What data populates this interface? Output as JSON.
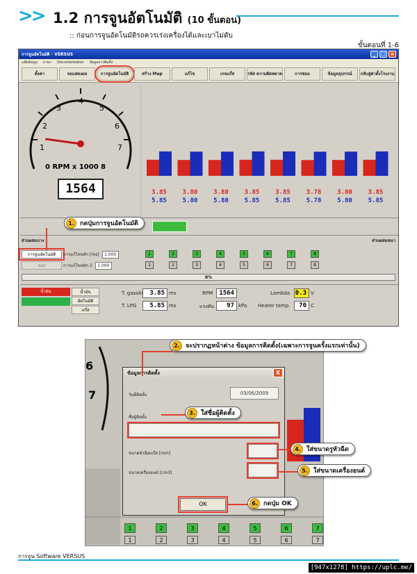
{
  "header": {
    "arrows": ">>",
    "title": "1.2 การจูนอัตโนมัติ",
    "title_suffix": "(10 ขั้นตอน)",
    "subtitle": ":: ก่อนการจูนอัตโนมัติรถควรเร่งเครื่องได้และเบาไม่ดับ",
    "step_label": "ขั้นตอนที่ 1-6"
  },
  "main_window": {
    "title": "การจูนอัตโนมัติ - VERSUS",
    "menu": [
      "แฟ้มข้อมูล",
      "ภาษา",
      "Documentation",
      "ข้อมูลการติดตั้ง"
    ],
    "toolbar": [
      "ตั้งค่า",
      "จอแสดงผล",
      "การจูนอัตโนมัติ",
      "สร้าง Map",
      "แก้ไข",
      "เกจแก๊ส",
      "รหัส ความผิดพลาด",
      "การซ่อม",
      "ข้อมูลอุปกรณ์",
      "กลับสู่ค่าตั้งโรงงาน"
    ],
    "gauge": {
      "ticks": [
        "1",
        "2",
        "3",
        "4",
        "5",
        "6",
        "7"
      ],
      "label_0": "0",
      "label_8": "8",
      "unit_label": "RPM x 1000",
      "digital_rpm": "1564",
      "needle_value": 1.564
    },
    "bars": {
      "red_values": [
        "3.85",
        "3.80",
        "3.80",
        "3.85",
        "3.85",
        "3.78",
        "3.80",
        "3.85"
      ],
      "blue_values": [
        "5.85",
        "5.80",
        "5.80",
        "5.85",
        "5.85",
        "5.78",
        "5.80",
        "5.85"
      ]
    },
    "mixture_lean": "ส่วนผสมบาง",
    "mixture_rich": "ส่วนผสมหนา",
    "auto_tune_button": "การจูนอัตโนมัติ",
    "stop_button": "หยุด",
    "injector_main": "การแก้ไขหลัก [ms]",
    "injector_main_value": "1.000",
    "injector_2": "การแก้ไขหลัก 2",
    "injector_2_value": "1.000",
    "cylinders": [
      "1",
      "2",
      "3",
      "4",
      "5",
      "6",
      "7",
      "8"
    ],
    "progress_text": "0%",
    "fuel_label": "น้ำมัน",
    "mode_buttons": [
      "น้ำมัน",
      "อัตโนมัติ",
      "แก๊ส"
    ],
    "readouts": {
      "t_gasoline_label": "T. gasoline",
      "t_gasoline_value": "3.85",
      "t_gasoline_unit": "ms",
      "t_lpg_label": "T. LPG",
      "t_lpg_value": "5.85",
      "t_lpg_unit": "ms",
      "rpm_label": "RPM",
      "rpm_value": "1564",
      "pressure_label": "แรงดัน",
      "pressure_value": "97",
      "pressure_unit": "kPa",
      "lambda_label": "Lambda",
      "lambda_value": "0.3",
      "lambda_unit": "V",
      "heater_label": "Heater temp.",
      "heater_value": "70",
      "heater_unit": "C"
    }
  },
  "callouts": {
    "c1_num": "1.",
    "c1_text": "กดปุ่มการจูนอัตโนมัติ",
    "c2_num": "2.",
    "c2_text": "จะปรากฏหน้าต่าง ข้อมูลการติดตั้ง(เฉพาะการจูนครั้งแรกเท่านั้น)",
    "c3_num": "3.",
    "c3_text": "ใส่ชื่อผู้ติดตั้ง",
    "c4_num": "4.",
    "c4_text": "ใส่ขนาดรูหัวฉีด",
    "c5_num": "5.",
    "c5_text": "ใส่ขนาดเครื่องยนต์",
    "c6_num": "6.",
    "c6_text": "กดปุ่ม OK"
  },
  "dialog": {
    "title": "ข้อมูลการติดตั้ง",
    "close": "X",
    "date_label": "วันที่ติดตั้ง",
    "date_value": "03/06/2009",
    "installer_label": "ชื่อผู้ติดตั้ง",
    "nozzle_label": "ขนาดหัวฉีดแก๊ส [mm]",
    "engine_label": "ขนาดเครื่องยนต์ [cm3]",
    "ok_label": "OK"
  },
  "shot2_bg": {
    "numbers": [
      "6",
      "7"
    ],
    "cylinders": [
      "1",
      "2",
      "3",
      "4",
      "5",
      "6",
      "7"
    ]
  },
  "footer": {
    "text": "การจูน Software VERSUS",
    "watermark": "[947x1278] https://uplc.me/"
  }
}
